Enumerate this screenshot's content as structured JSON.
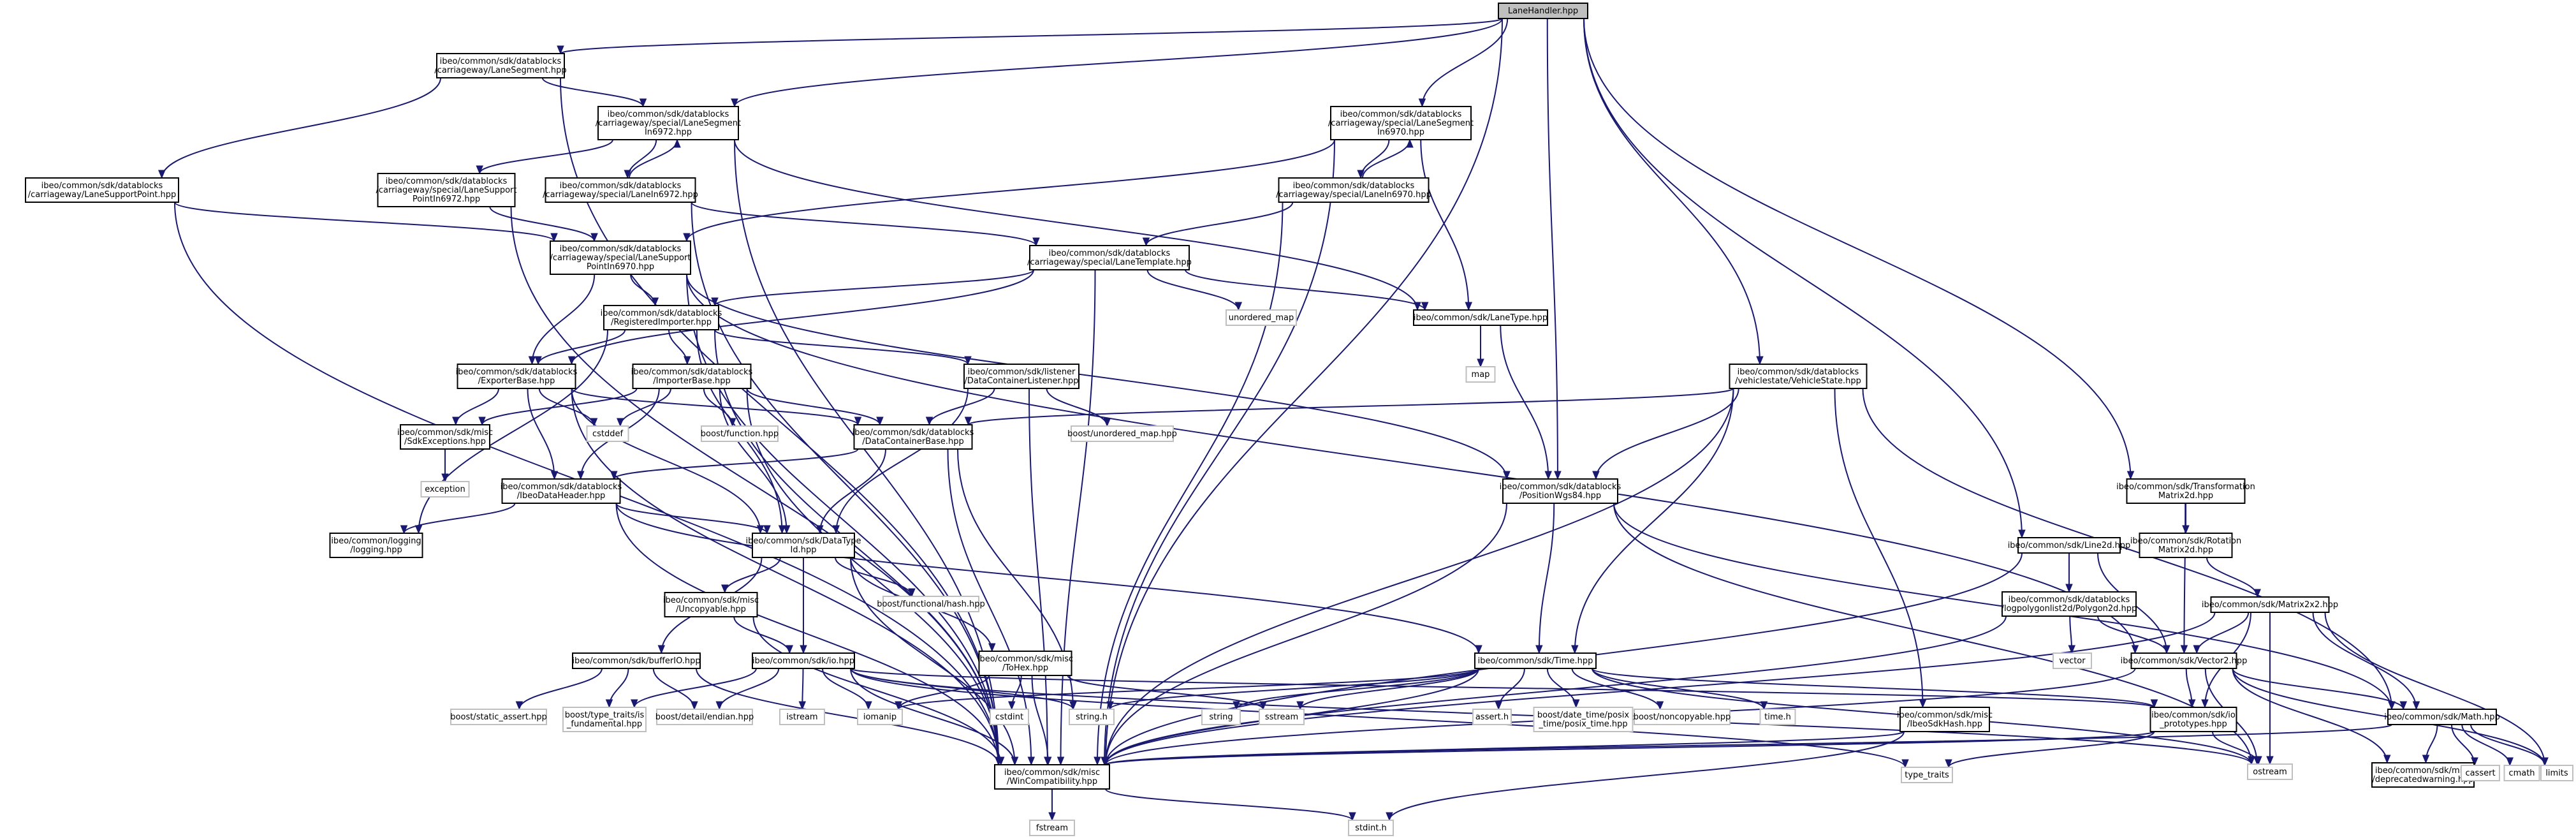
{
  "nodes": [
    {
      "id": "root",
      "label": [
        "LaneHandler.hpp"
      ],
      "style": "root"
    },
    {
      "id": "cwLaneSegment",
      "label": [
        "ibeo/common/sdk/datablocks",
        "/carriageway/LaneSegment.hpp"
      ]
    },
    {
      "id": "spLaneSegment6972",
      "label": [
        "ibeo/common/sdk/datablocks",
        "/carriageway/special/LaneSegment",
        "In6972.hpp"
      ]
    },
    {
      "id": "spLaneSegment6970",
      "label": [
        "ibeo/common/sdk/datablocks",
        "/carriageway/special/LaneSegment",
        "In6970.hpp"
      ]
    },
    {
      "id": "cwLaneSupportPoint",
      "label": [
        "ibeo/common/sdk/datablocks",
        "/carriageway/LaneSupportPoint.hpp"
      ]
    },
    {
      "id": "spLaneSupport6972",
      "label": [
        "ibeo/common/sdk/datablocks",
        "/carriageway/special/LaneSupport",
        "PointIn6972.hpp"
      ]
    },
    {
      "id": "spLane6972",
      "label": [
        "ibeo/common/sdk/datablocks",
        "/carriageway/special/LaneIn6972.hpp"
      ]
    },
    {
      "id": "spLane6970",
      "label": [
        "ibeo/common/sdk/datablocks",
        "/carriageway/special/LaneIn6970.hpp"
      ]
    },
    {
      "id": "spLaneSupport6970",
      "label": [
        "ibeo/common/sdk/datablocks",
        "/carriageway/special/LaneSupport",
        "PointIn6970.hpp"
      ]
    },
    {
      "id": "laneTemplate",
      "label": [
        "ibeo/common/sdk/datablocks",
        "/carriageway/special/LaneTemplate.hpp"
      ]
    },
    {
      "id": "unorderedMap",
      "label": [
        "unordered_map"
      ],
      "style": "sys"
    },
    {
      "id": "laneType",
      "label": [
        "ibeo/common/sdk/LaneType.hpp"
      ]
    },
    {
      "id": "map",
      "label": [
        "map"
      ],
      "style": "sys"
    },
    {
      "id": "registeredImporter",
      "label": [
        "ibeo/common/sdk/datablocks",
        "/RegisteredImporter.hpp"
      ]
    },
    {
      "id": "exporterBase",
      "label": [
        "ibeo/common/sdk/datablocks",
        "/ExporterBase.hpp"
      ]
    },
    {
      "id": "importerBase",
      "label": [
        "ibeo/common/sdk/datablocks",
        "/ImporterBase.hpp"
      ]
    },
    {
      "id": "dcListener",
      "label": [
        "ibeo/common/sdk/listener",
        "/DataContainerListener.hpp"
      ]
    },
    {
      "id": "vehicleState",
      "label": [
        "ibeo/common/sdk/datablocks",
        "/vehiclestate/VehicleState.hpp"
      ]
    },
    {
      "id": "sdkExceptions",
      "label": [
        "ibeo/common/sdk/misc",
        "/SdkExceptions.hpp"
      ]
    },
    {
      "id": "exception",
      "label": [
        "exception"
      ],
      "style": "sys"
    },
    {
      "id": "cstddef",
      "label": [
        "cstddef"
      ],
      "style": "sys"
    },
    {
      "id": "boostFunction",
      "label": [
        "boost/function.hpp"
      ],
      "style": "sys"
    },
    {
      "id": "dcBase",
      "label": [
        "ibeo/common/sdk/datablocks",
        "/DataContainerBase.hpp"
      ]
    },
    {
      "id": "boostUnorderedMap",
      "label": [
        "boost/unordered_map.hpp"
      ],
      "style": "sys"
    },
    {
      "id": "positionWgs84",
      "label": [
        "ibeo/common/sdk/datablocks",
        "/PositionWgs84.hpp"
      ]
    },
    {
      "id": "transformationMatrix",
      "label": [
        "ibeo/common/sdk/Transformation",
        "Matrix2d.hpp"
      ]
    },
    {
      "id": "ibeoDataHeader",
      "label": [
        "ibeo/common/sdk/datablocks",
        "/IbeoDataHeader.hpp"
      ]
    },
    {
      "id": "logging",
      "label": [
        "ibeo/common/logging",
        "/logging.hpp"
      ]
    },
    {
      "id": "dataTypeId",
      "label": [
        "ibeo/common/sdk/DataType",
        "Id.hpp"
      ]
    },
    {
      "id": "rotationMatrix",
      "label": [
        "ibeo/common/sdk/Rotation",
        "Matrix2d.hpp"
      ]
    },
    {
      "id": "line2d",
      "label": [
        "ibeo/common/sdk/Line2d.hpp"
      ]
    },
    {
      "id": "logPolygon",
      "label": [
        "ibeo/common/sdk/datablocks",
        "/logpolygonlist2d/Polygon2d.hpp"
      ]
    },
    {
      "id": "matrix2x2",
      "label": [
        "ibeo/common/sdk/Matrix2x2.hpp"
      ]
    },
    {
      "id": "vector",
      "label": [
        "vector"
      ],
      "style": "sys"
    },
    {
      "id": "uncopyable",
      "label": [
        "ibeo/common/sdk/misc",
        "/Uncopyable.hpp"
      ]
    },
    {
      "id": "boostFunctionalHash",
      "label": [
        "boost/functional/hash.hpp"
      ],
      "style": "sys"
    },
    {
      "id": "toHex",
      "label": [
        "ibeo/common/sdk/misc",
        "/ToHex.hpp"
      ]
    },
    {
      "id": "time",
      "label": [
        "ibeo/common/sdk/Time.hpp"
      ]
    },
    {
      "id": "vector2",
      "label": [
        "ibeo/common/sdk/Vector2.hpp"
      ]
    },
    {
      "id": "bufferIO",
      "label": [
        "ibeo/common/sdk/bufferIO.hpp"
      ]
    },
    {
      "id": "io",
      "label": [
        "ibeo/common/sdk/io.hpp"
      ]
    },
    {
      "id": "boostStaticAssert",
      "label": [
        "boost/static_assert.hpp"
      ],
      "style": "sys"
    },
    {
      "id": "boostTypeTraits",
      "label": [
        "boost/type_traits/is",
        "_fundamental.hpp"
      ],
      "style": "sys"
    },
    {
      "id": "boostEndian",
      "label": [
        "boost/detail/endian.hpp"
      ],
      "style": "sys"
    },
    {
      "id": "istream",
      "label": [
        "istream"
      ],
      "style": "sys"
    },
    {
      "id": "iomanip",
      "label": [
        "iomanip"
      ],
      "style": "sys"
    },
    {
      "id": "cstdint",
      "label": [
        "cstdint"
      ],
      "style": "sys"
    },
    {
      "id": "stringH",
      "label": [
        "string.h"
      ],
      "style": "sys"
    },
    {
      "id": "string",
      "label": [
        "string"
      ],
      "style": "sys"
    },
    {
      "id": "sstream",
      "label": [
        "sstream"
      ],
      "style": "sys"
    },
    {
      "id": "assertH",
      "label": [
        "assert.h"
      ],
      "style": "sys"
    },
    {
      "id": "boostPosixTime",
      "label": [
        "boost/date_time/posix",
        "_time/posix_time.hpp"
      ],
      "style": "sys"
    },
    {
      "id": "boostNoncopyable",
      "label": [
        "boost/noncopyable.hpp"
      ],
      "style": "sys"
    },
    {
      "id": "timeH",
      "label": [
        "time.h"
      ],
      "style": "sys"
    },
    {
      "id": "ibeoSdkHash",
      "label": [
        "ibeo/common/sdk/misc",
        "/IbeoSdkHash.hpp"
      ]
    },
    {
      "id": "ioPrototypes",
      "label": [
        "ibeo/common/sdk/io",
        "_prototypes.hpp"
      ]
    },
    {
      "id": "mathHpp",
      "label": [
        "ibeo/common/sdk/Math.hpp"
      ]
    },
    {
      "id": "winCompat",
      "label": [
        "ibeo/common/sdk/misc",
        "/WinCompatibility.hpp"
      ]
    },
    {
      "id": "typeTraits",
      "label": [
        "type_traits"
      ],
      "style": "sys"
    },
    {
      "id": "ostream",
      "label": [
        "ostream"
      ],
      "style": "sys"
    },
    {
      "id": "deprecatedWarning",
      "label": [
        "ibeo/common/sdk/misc",
        "/deprecatedwarning.hpp"
      ]
    },
    {
      "id": "cassert",
      "label": [
        "cassert"
      ],
      "style": "sys"
    },
    {
      "id": "cmath",
      "label": [
        "cmath"
      ],
      "style": "sys"
    },
    {
      "id": "limits",
      "label": [
        "limits"
      ],
      "style": "sys"
    },
    {
      "id": "fstream",
      "label": [
        "fstream"
      ],
      "style": "sys"
    },
    {
      "id": "stdintH",
      "label": [
        "stdint.h"
      ],
      "style": "sys"
    }
  ],
  "edges": [
    [
      "root",
      "cwLaneSegment"
    ],
    [
      "root",
      "spLaneSegment6972"
    ],
    [
      "root",
      "spLaneSegment6970"
    ],
    [
      "root",
      "winCompat"
    ],
    [
      "root",
      "positionWgs84"
    ],
    [
      "root",
      "vehicleState"
    ],
    [
      "root",
      "transformationMatrix"
    ],
    [
      "root",
      "line2d"
    ],
    [
      "cwLaneSegment",
      "spLaneSegment6972"
    ],
    [
      "cwLaneSegment",
      "cwLaneSupportPoint"
    ],
    [
      "cwLaneSegment",
      "winCompat"
    ],
    [
      "spLaneSegment6972",
      "spLaneSupport6972"
    ],
    [
      "spLaneSegment6972",
      "spLane6972"
    ],
    [
      "spLaneSegment6972",
      "laneType"
    ],
    [
      "spLaneSegment6972",
      "winCompat"
    ],
    [
      "spLane6972",
      "spLaneSegment6972"
    ],
    [
      "spLane6972",
      "laneTemplate"
    ],
    [
      "spLane6972",
      "winCompat"
    ],
    [
      "spLaneSegment6970",
      "spLane6970"
    ],
    [
      "spLaneSegment6970",
      "spLaneSupport6970"
    ],
    [
      "spLaneSegment6970",
      "laneType"
    ],
    [
      "spLaneSegment6970",
      "winCompat"
    ],
    [
      "spLane6970",
      "spLaneSegment6970"
    ],
    [
      "spLane6970",
      "laneTemplate"
    ],
    [
      "spLane6970",
      "winCompat"
    ],
    [
      "cwLaneSupportPoint",
      "spLaneSupport6970"
    ],
    [
      "cwLaneSupportPoint",
      "winCompat"
    ],
    [
      "spLaneSupport6972",
      "spLaneSupport6970"
    ],
    [
      "spLaneSupport6972",
      "winCompat"
    ],
    [
      "spLaneSupport6970",
      "registeredImporter"
    ],
    [
      "spLaneSupport6970",
      "exporterBase"
    ],
    [
      "spLaneSupport6970",
      "positionWgs84"
    ],
    [
      "spLaneSupport6970",
      "vector2"
    ],
    [
      "spLaneSupport6970",
      "winCompat"
    ],
    [
      "laneTemplate",
      "registeredImporter"
    ],
    [
      "laneTemplate",
      "exporterBase"
    ],
    [
      "laneTemplate",
      "unorderedMap"
    ],
    [
      "laneTemplate",
      "laneType"
    ],
    [
      "laneTemplate",
      "winCompat"
    ],
    [
      "laneType",
      "map"
    ],
    [
      "laneType",
      "positionWgs84"
    ],
    [
      "registeredImporter",
      "exporterBase"
    ],
    [
      "registeredImporter",
      "importerBase"
    ],
    [
      "registeredImporter",
      "dcListener"
    ],
    [
      "registeredImporter",
      "dataTypeId"
    ],
    [
      "registeredImporter",
      "logging"
    ],
    [
      "registeredImporter",
      "winCompat"
    ],
    [
      "exporterBase",
      "sdkExceptions"
    ],
    [
      "exporterBase",
      "cstddef"
    ],
    [
      "exporterBase",
      "dcBase"
    ],
    [
      "exporterBase",
      "ibeoDataHeader"
    ],
    [
      "exporterBase",
      "dataTypeId"
    ],
    [
      "exporterBase",
      "winCompat"
    ],
    [
      "importerBase",
      "sdkExceptions"
    ],
    [
      "importerBase",
      "cstddef"
    ],
    [
      "importerBase",
      "boostFunction"
    ],
    [
      "importerBase",
      "dcBase"
    ],
    [
      "importerBase",
      "ibeoDataHeader"
    ],
    [
      "importerBase",
      "dataTypeId"
    ],
    [
      "importerBase",
      "winCompat"
    ],
    [
      "dcListener",
      "dcBase"
    ],
    [
      "dcListener",
      "boostUnorderedMap"
    ],
    [
      "dcListener",
      "dataTypeId"
    ],
    [
      "dcListener",
      "winCompat"
    ],
    [
      "vehicleState",
      "dcBase"
    ],
    [
      "vehicleState",
      "positionWgs84"
    ],
    [
      "vehicleState",
      "time"
    ],
    [
      "vehicleState",
      "ibeoSdkHash"
    ],
    [
      "vehicleState",
      "mathHpp"
    ],
    [
      "vehicleState",
      "winCompat"
    ],
    [
      "sdkExceptions",
      "exception"
    ],
    [
      "dcBase",
      "ibeoDataHeader"
    ],
    [
      "dcBase",
      "dataTypeId"
    ],
    [
      "dcBase",
      "stringH"
    ],
    [
      "dcBase",
      "winCompat"
    ],
    [
      "ibeoDataHeader",
      "logging"
    ],
    [
      "ibeoDataHeader",
      "dataTypeId"
    ],
    [
      "ibeoDataHeader",
      "time"
    ],
    [
      "ibeoDataHeader",
      "winCompat"
    ],
    [
      "positionWgs84",
      "time"
    ],
    [
      "positionWgs84",
      "mathHpp"
    ],
    [
      "positionWgs84",
      "ostream"
    ],
    [
      "positionWgs84",
      "winCompat"
    ],
    [
      "transformationMatrix",
      "rotationMatrix"
    ],
    [
      "transformationMatrix",
      "vector2"
    ],
    [
      "rotationMatrix",
      "matrix2x2"
    ],
    [
      "matrix2x2",
      "vector2"
    ],
    [
      "matrix2x2",
      "mathHpp"
    ],
    [
      "matrix2x2",
      "ioPrototypes"
    ],
    [
      "matrix2x2",
      "ostream"
    ],
    [
      "matrix2x2",
      "limits"
    ],
    [
      "matrix2x2",
      "winCompat"
    ],
    [
      "line2d",
      "logPolygon"
    ],
    [
      "line2d",
      "vector2"
    ],
    [
      "line2d",
      "winCompat"
    ],
    [
      "logPolygon",
      "vector"
    ],
    [
      "logPolygon",
      "vector2"
    ],
    [
      "logPolygon",
      "winCompat"
    ],
    [
      "dataTypeId",
      "uncopyable"
    ],
    [
      "dataTypeId",
      "boostFunctionalHash"
    ],
    [
      "dataTypeId",
      "toHex"
    ],
    [
      "dataTypeId",
      "bufferIO"
    ],
    [
      "dataTypeId",
      "io"
    ],
    [
      "dataTypeId",
      "winCompat"
    ],
    [
      "uncopyable",
      "io"
    ],
    [
      "uncopyable",
      "winCompat"
    ],
    [
      "toHex",
      "iomanip"
    ],
    [
      "toHex",
      "cstdint"
    ],
    [
      "toHex",
      "sstream"
    ],
    [
      "toHex",
      "winCompat"
    ],
    [
      "bufferIO",
      "boostStaticAssert"
    ],
    [
      "bufferIO",
      "boostTypeTraits"
    ],
    [
      "bufferIO",
      "boostEndian"
    ],
    [
      "bufferIO",
      "winCompat"
    ],
    [
      "io",
      "boostTypeTraits"
    ],
    [
      "io",
      "boostEndian"
    ],
    [
      "io",
      "istream"
    ],
    [
      "io",
      "iomanip"
    ],
    [
      "io",
      "stringH"
    ],
    [
      "io",
      "ioPrototypes"
    ],
    [
      "io",
      "typeTraits"
    ],
    [
      "io",
      "ostream"
    ],
    [
      "io",
      "winCompat"
    ],
    [
      "time",
      "iomanip"
    ],
    [
      "time",
      "stringH"
    ],
    [
      "time",
      "string"
    ],
    [
      "time",
      "sstream"
    ],
    [
      "time",
      "assertH"
    ],
    [
      "time",
      "boostPosixTime"
    ],
    [
      "time",
      "boostNoncopyable"
    ],
    [
      "time",
      "timeH"
    ],
    [
      "time",
      "ioPrototypes"
    ],
    [
      "time",
      "ostream"
    ],
    [
      "time",
      "winCompat"
    ],
    [
      "ibeoSdkHash",
      "winCompat"
    ],
    [
      "ibeoSdkHash",
      "stdintH"
    ],
    [
      "vector2",
      "ioPrototypes"
    ],
    [
      "vector2",
      "mathHpp"
    ],
    [
      "vector2",
      "deprecatedWarning"
    ],
    [
      "vector2",
      "ostream"
    ],
    [
      "vector2",
      "limits"
    ],
    [
      "vector2",
      "winCompat"
    ],
    [
      "ioPrototypes",
      "typeTraits"
    ],
    [
      "ioPrototypes",
      "ostream"
    ],
    [
      "ioPrototypes",
      "winCompat"
    ],
    [
      "mathHpp",
      "deprecatedWarning"
    ],
    [
      "mathHpp",
      "cassert"
    ],
    [
      "mathHpp",
      "cmath"
    ],
    [
      "mathHpp",
      "limits"
    ],
    [
      "mathHpp",
      "winCompat"
    ],
    [
      "winCompat",
      "fstream"
    ],
    [
      "winCompat",
      "stdintH"
    ]
  ]
}
